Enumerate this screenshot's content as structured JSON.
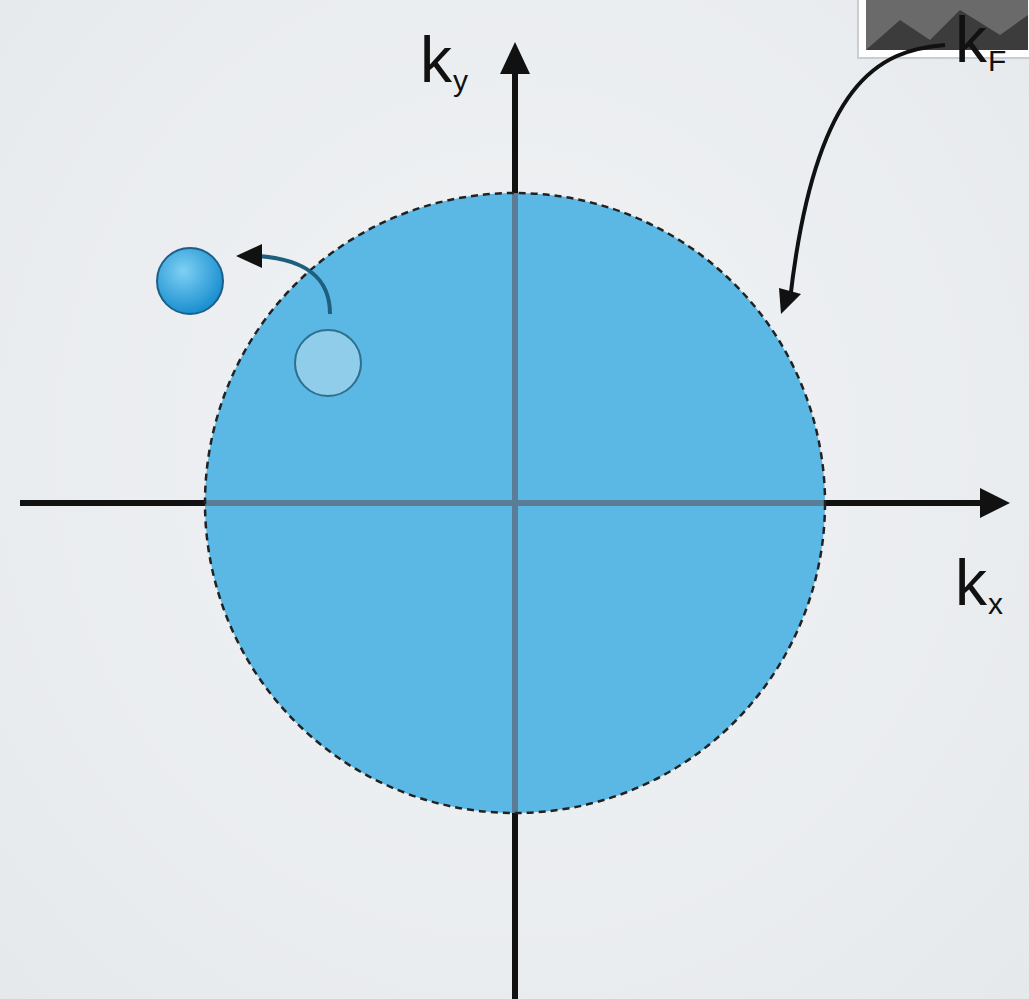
{
  "diagram": {
    "labels": [
      "ky",
      "kx",
      "kF"
    ]
  }
}
